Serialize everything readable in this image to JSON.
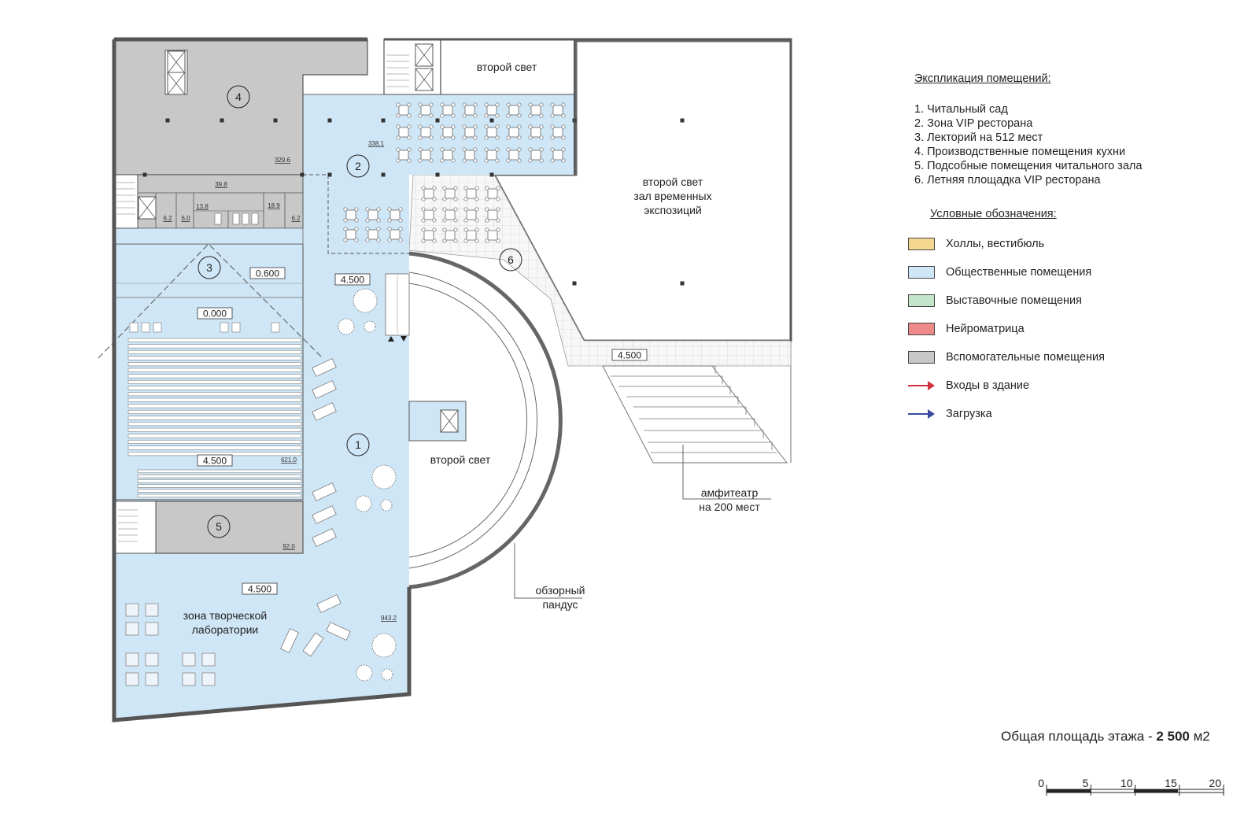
{
  "plan": {
    "second_light_top": "второй свет",
    "exhibition_hall": [
      "второй свет",
      "зал временных",
      "экспозиций"
    ],
    "second_light_center": "второй свет",
    "creative_lab": [
      "зона творческой",
      "лаборатории"
    ],
    "amphitheater": [
      "амфитеатр",
      "на 200 мест"
    ],
    "ramp": [
      "обзорный",
      "пандус"
    ],
    "room_numbers": [
      "1",
      "2",
      "3",
      "4",
      "5",
      "6"
    ],
    "levels": {
      "hall": "0.600",
      "stage": "0.000",
      "hall_bottom": "4.500",
      "foyer": "4.500",
      "lab": "4.500",
      "terrace": "4.500"
    },
    "areas": {
      "kitchen": "329.6",
      "vip": "338.1",
      "corridor": "39.8",
      "wc1": "6.2",
      "wc2": "6.0",
      "wc3": "13.8",
      "wc4": "18.9",
      "wc5": "6.2",
      "lecture": "621.0",
      "utility": "92.0",
      "public": "943.2"
    }
  },
  "legend": {
    "explication_title": "Экспликация помещений:",
    "rooms": [
      "1. Читальный сад",
      "2. Зона VIP ресторана",
      "3. Лекторий на 512 мест",
      "4. Производственные помещения кухни",
      "5. Подсобные помещения читального зала",
      "6. Летняя площадка VIP ресторана"
    ],
    "conventions_title": "Условные обозначения:",
    "items": [
      {
        "label": "Холлы, вестибюль",
        "color": "#f3d78e"
      },
      {
        "label": "Общественные помещения",
        "color": "#cfe6f6"
      },
      {
        "label": "Выставочные помещения",
        "color": "#c3e5c9"
      },
      {
        "label": "Нейроматрица",
        "color": "#ee8a8a"
      },
      {
        "label": "Вспомогательные помещения",
        "color": "#c8c8c8"
      }
    ],
    "entrances": {
      "label": "Входы в здание",
      "color": "#d2323c"
    },
    "loading": {
      "label": "Загрузка",
      "color": "#3a4aa0"
    }
  },
  "total": {
    "prefix": "Общая площадь этажа - ",
    "value": "2 500",
    "unit": " м2"
  },
  "scale": [
    "0",
    "5",
    "10",
    "15",
    "20"
  ],
  "colors": {
    "public": "#cfe6f6",
    "service": "#c8c8c8",
    "wall": "#555555"
  }
}
